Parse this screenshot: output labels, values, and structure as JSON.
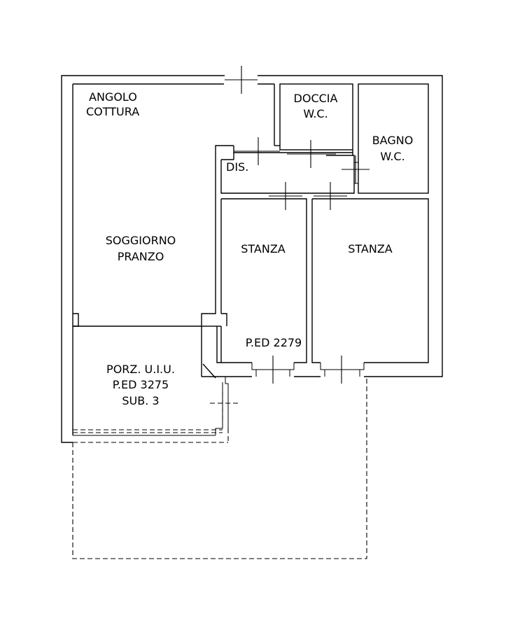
{
  "rooms": {
    "angolo_cottura": [
      "ANGOLO",
      "COTTURA"
    ],
    "doccia": [
      "DOCCIA",
      "W.C."
    ],
    "bagno": [
      "BAGNO",
      "W.C."
    ],
    "dis": "DIS.",
    "soggiorno": [
      "SOGGIORNO",
      "PRANZO"
    ],
    "stanza_1": "STANZA",
    "stanza_2": "STANZA",
    "ped_2279": "P.ED 2279",
    "porzione": [
      "PORZ. U.I.U.",
      "P.ED 3275",
      "SUB. 3"
    ]
  },
  "colors": {
    "line": "#000000",
    "background": "#ffffff"
  }
}
